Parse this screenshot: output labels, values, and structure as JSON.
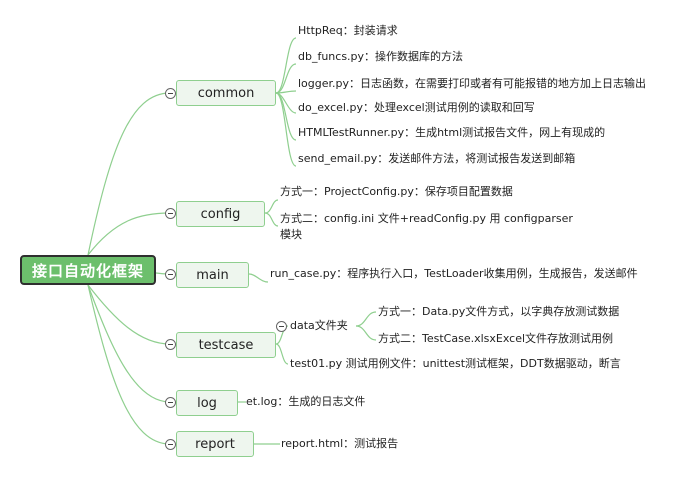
{
  "root": {
    "label": "接口自动化框架"
  },
  "branches": {
    "common": {
      "label": "common",
      "items": [
        "HttpReq：封装请求",
        "db_funcs.py：操作数据库的方法",
        "logger.py：日志函数，在需要打印或者有可能报错的地方加上日志输出",
        "do_excel.py：处理excel测试用例的读取和回写",
        "HTMLTestRunner.py：生成html测试报告文件，网上有现成的",
        "send_email.py：发送邮件方法，将测试报告发送到邮箱"
      ]
    },
    "config": {
      "label": "config",
      "items": [
        "方式一：ProjectConfig.py：保存项目配置数据",
        "方式二：config.ini 文件+readConfig.py 用 configparser 模块"
      ]
    },
    "main": {
      "label": "main",
      "items": [
        "run_case.py：程序执行入口，TestLoader收集用例，生成报告，发送邮件"
      ]
    },
    "testcase": {
      "label": "testcase",
      "data_folder": {
        "label": "data文件夹",
        "items": [
          "方式一：Data.py文件方式，以字典存放测试数据",
          "方式二：TestCase.xlsxExcel文件存放测试用例"
        ]
      },
      "test_file": "test01.py 测试用例文件：unittest测试框架，DDT数据驱动，断言"
    },
    "log": {
      "label": "log",
      "items": [
        "et.log：生成的日志文件"
      ]
    },
    "report": {
      "label": "report",
      "items": [
        "report.html：测试报告"
      ]
    }
  }
}
